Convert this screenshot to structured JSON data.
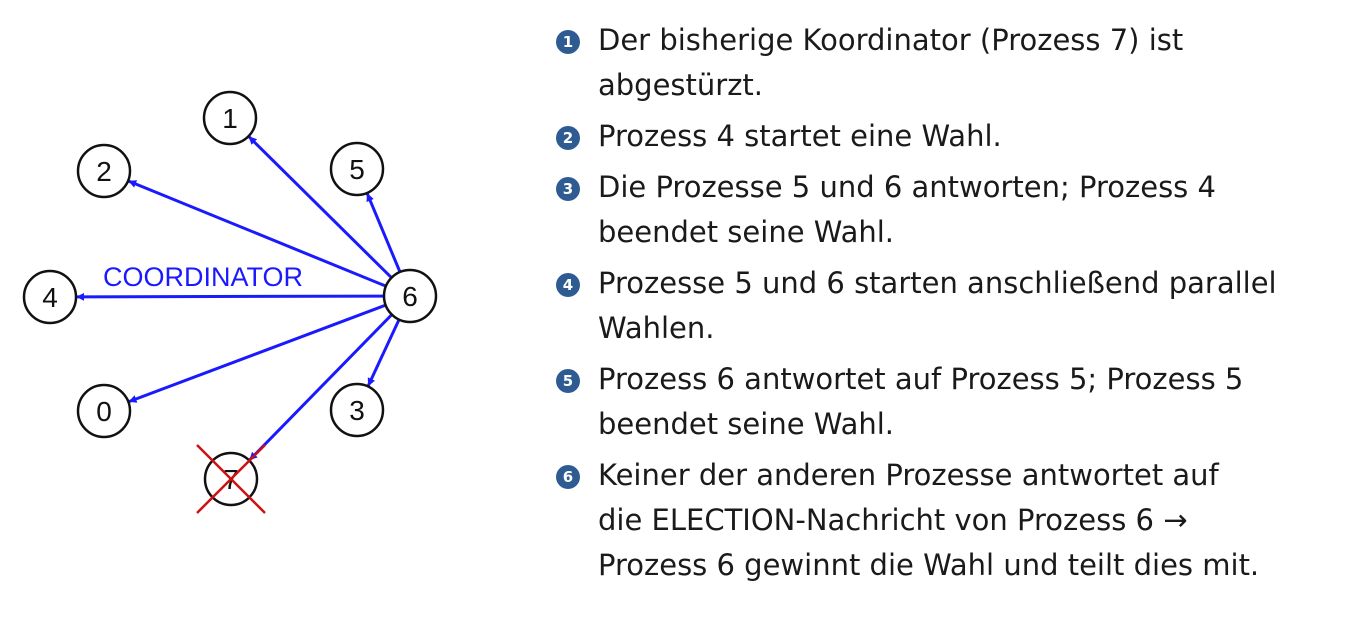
{
  "diagram": {
    "nodes": [
      {
        "id": "1",
        "crossed": false
      },
      {
        "id": "2",
        "crossed": false
      },
      {
        "id": "5",
        "crossed": false
      },
      {
        "id": "4",
        "crossed": false
      },
      {
        "id": "6",
        "crossed": false
      },
      {
        "id": "0",
        "crossed": false
      },
      {
        "id": "3",
        "crossed": false
      },
      {
        "id": "7",
        "crossed": true
      }
    ],
    "arrows": [
      {
        "from": "6",
        "to": "1"
      },
      {
        "from": "6",
        "to": "2"
      },
      {
        "from": "6",
        "to": "5"
      },
      {
        "from": "6",
        "to": "4"
      },
      {
        "from": "6",
        "to": "0"
      },
      {
        "from": "6",
        "to": "3"
      },
      {
        "from": "6",
        "to": "7"
      }
    ],
    "message_label": "COORDINATOR",
    "colors": {
      "arrow": "#1a1aff",
      "cross": "#cc1111",
      "node_stroke": "#111111"
    }
  },
  "steps": [
    {
      "number": "1",
      "text": "Der bisherige Koordinator (Prozess 7) ist\nabgestürzt."
    },
    {
      "number": "2",
      "text": "Prozess 4 startet eine Wahl."
    },
    {
      "number": "3",
      "text": "Die Prozesse 5 und 6 antworten; Prozess 4\nbeendet seine Wahl."
    },
    {
      "number": "4",
      "text": "Prozesse 5 und 6 starten anschließend parallel\nWahlen."
    },
    {
      "number": "5",
      "text": "Prozess 6 antwortet auf Prozess 5; Prozess 5\nbeendet seine Wahl."
    },
    {
      "number": "6",
      "text": "Keiner der anderen Prozesse antwortet auf\ndie ELECTION-Nachricht von Prozess 6 →\nProzess 6 gewinnt die Wahl und teilt dies mit."
    }
  ],
  "badge_color": "#2e5c92"
}
